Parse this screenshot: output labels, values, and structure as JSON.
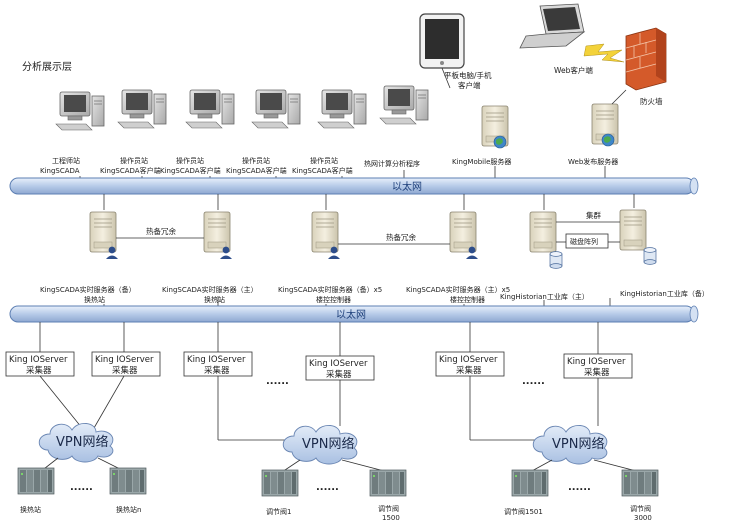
{
  "layer_title": "分析展示层",
  "buses": {
    "top_label": "以太网",
    "mid_label": "以太网"
  },
  "tablet": {
    "label_line1": "平板电脑/手机",
    "label_line2": "客户端"
  },
  "laptop": {
    "label": "Web客户端"
  },
  "firewall": {
    "label": "防火墙"
  },
  "workstations": [
    {
      "line1": "工程师站",
      "line2": "KingSCADA"
    },
    {
      "line1": "操作员站",
      "line2": "KingSCADA客户端"
    },
    {
      "line1": "操作员站",
      "line2": "KingSCADA客户端"
    },
    {
      "line1": "操作员站",
      "line2": "KingSCADA客户端"
    },
    {
      "line1": "操作员站",
      "line2": "KingSCADA客户端"
    },
    {
      "line1": "热网计算分析程序",
      "line2": ""
    }
  ],
  "top_servers": [
    {
      "label": "KingMobile服务器"
    },
    {
      "label": "Web发布服务器"
    }
  ],
  "mid_servers": [
    {
      "line1": "KingSCADA实时服务器（备）",
      "line2": "换热站"
    },
    {
      "line1": "KingSCADA实时服务器（主）",
      "line2": "换热站"
    },
    {
      "line1": "KingSCADA实时服务器（备）x5",
      "line2": "楼控控制器"
    },
    {
      "line1": "KingSCADA实时服务器（主）x5",
      "line2": "楼控控制器"
    },
    {
      "line1": "KingHistorian工业库（主）",
      "line2": ""
    },
    {
      "line1": "KingHistorian工业库（备）",
      "line2": ""
    }
  ],
  "redundancy": {
    "left": "热备冗余",
    "right": "热备冗余"
  },
  "cluster": {
    "label": "集群",
    "storage_label": "磁盘阵列"
  },
  "ioservers": [
    {
      "line1": "King IOServer",
      "line2": "采集器"
    },
    {
      "line1": "King IOServer",
      "line2": "采集器"
    },
    {
      "line1": "King IOServer",
      "line2": "采集器"
    },
    {
      "line1": "King IOServer",
      "line2": "采集器"
    },
    {
      "line1": "King IOServer",
      "line2": "采集器"
    },
    {
      "line1": "King IOServer",
      "line2": "采集器"
    }
  ],
  "clouds": [
    {
      "label": "VPN网络"
    },
    {
      "label": "VPN网络"
    },
    {
      "label": "VPN网络"
    }
  ],
  "ellipsis": "......",
  "plcs": [
    {
      "line1": "换热站",
      "line2": ""
    },
    {
      "line1": "换热站n",
      "line2": ""
    },
    {
      "line1": "调节阀1",
      "line2": ""
    },
    {
      "line1": "调节阀",
      "line2": "1500"
    },
    {
      "line1": "调节阀1501",
      "line2": ""
    },
    {
      "line1": "调节阀",
      "line2": "3000"
    }
  ],
  "colors": {
    "bus_fill": "#c9d9ef",
    "bus_stroke": "#5d7fb3",
    "server_body": "#eee8d4",
    "server_stroke": "#8a8470",
    "cloud_fill": "#c8d8ee",
    "cloud_stroke": "#6a86b3",
    "plc": "#8a9a9c",
    "line": "#333333"
  }
}
